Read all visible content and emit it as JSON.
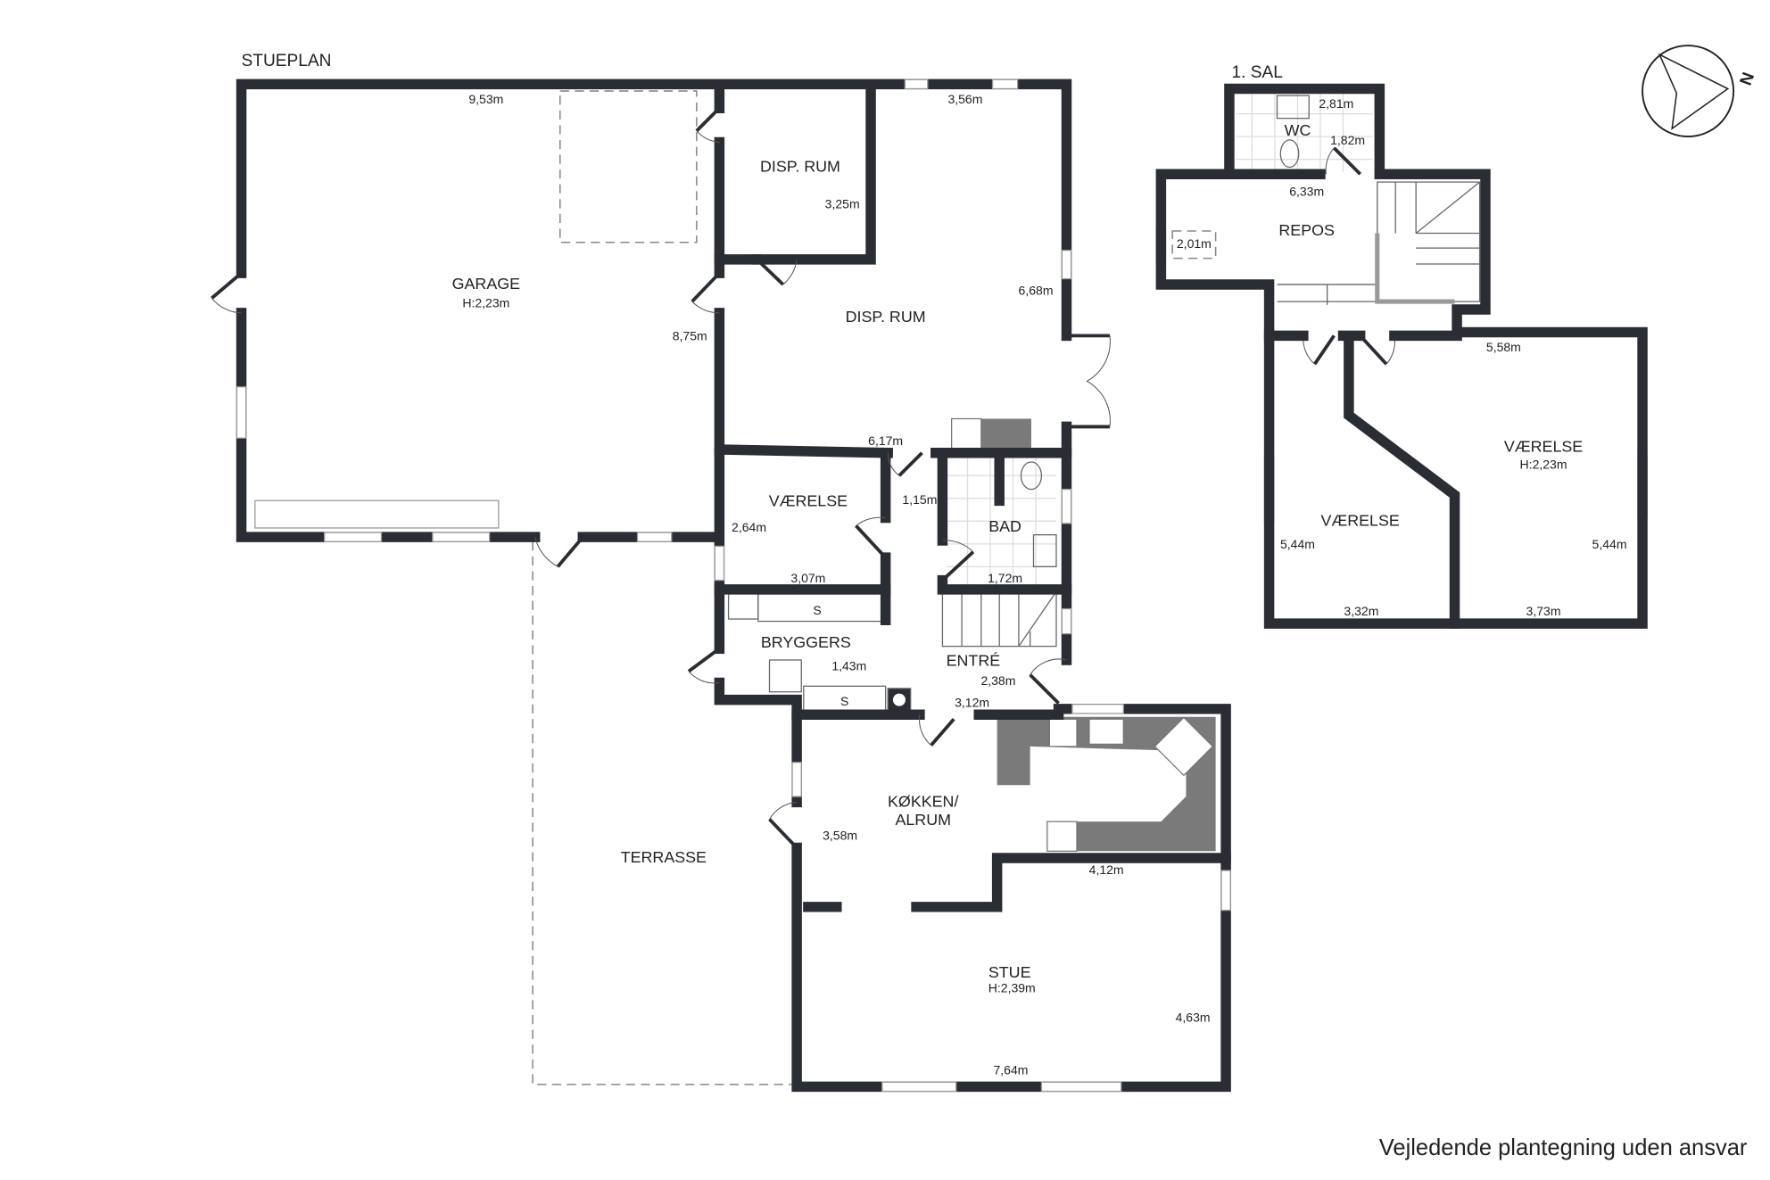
{
  "plans": {
    "ground_floor": {
      "title": "STUEPLAN",
      "rooms": {
        "garage": {
          "name": "GARAGE",
          "height": "H:2,23m"
        },
        "disp_rum_small": {
          "name": "DISP. RUM"
        },
        "disp_rum_large": {
          "name": "DISP. RUM"
        },
        "vaerelse": {
          "name": "VÆRELSE"
        },
        "bad": {
          "name": "BAD"
        },
        "bryggers": {
          "name": "BRYGGERS"
        },
        "entre": {
          "name": "ENTRÉ"
        },
        "kokken": {
          "name_line1": "KØKKEN/",
          "name_line2": "ALRUM"
        },
        "stue": {
          "name": "STUE",
          "height": "H:2,39m"
        },
        "terrasse": {
          "name": "TERRASSE"
        }
      },
      "storage_marks": [
        "S",
        "S"
      ],
      "dimensions": [
        "9,53m",
        "8,75m",
        "3,56m",
        "3,25m",
        "6,68m",
        "6,17m",
        "1,15m",
        "2,64m",
        "3,07m",
        "1,72m",
        "1,43m",
        "2,38m",
        "3,12m",
        "3,58m",
        "4,12m",
        "4,63m",
        "7,64m"
      ]
    },
    "first_floor": {
      "title": "1. SAL",
      "rooms": {
        "wc": {
          "name": "WC"
        },
        "repos": {
          "name": "REPOS"
        },
        "vaerelse_left": {
          "name": "VÆRELSE"
        },
        "vaerelse_right": {
          "name": "VÆRELSE",
          "height": "H:2,23m"
        }
      },
      "dimensions": [
        "2,81m",
        "1,82m",
        "6,33m",
        "2,01m",
        "5,58m",
        "5,44m",
        "5,44m",
        "3,32m",
        "3,73m"
      ]
    }
  },
  "compass": {
    "label": "N"
  },
  "footer": {
    "disclaimer": "Vejledende plantegning uden ansvar"
  },
  "colors": {
    "wall": "#2a2d33",
    "counter": "#7a7a7a"
  }
}
